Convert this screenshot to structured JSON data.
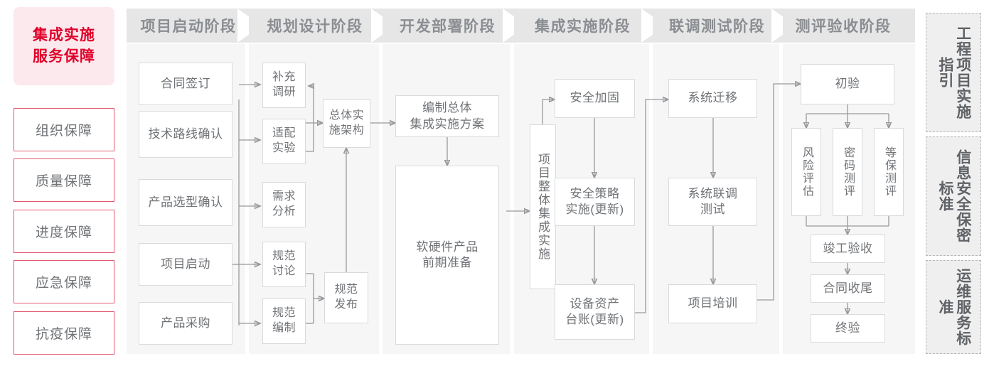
{
  "left_rail": {
    "title": "集成实施\n服务保障",
    "title_lines": [
      "集成实施",
      "服务保障"
    ],
    "items": [
      {
        "label": "组织保障"
      },
      {
        "label": "质量保障"
      },
      {
        "label": "进度保障"
      },
      {
        "label": "应急保障"
      },
      {
        "label": "抗疫保障"
      }
    ],
    "accent_color": "#e0002a",
    "accent_bg": "#fce9ed",
    "border_color": "#e2596f"
  },
  "phases": [
    {
      "label": "项目启动阶段"
    },
    {
      "label": "规划设计阶段"
    },
    {
      "label": "开发部署阶段"
    },
    {
      "label": "集成实施阶段"
    },
    {
      "label": "联调测试阶段"
    },
    {
      "label": "测评验收阶段"
    }
  ],
  "nodes": {
    "p1": [
      {
        "label": "合同签订"
      },
      {
        "label": "技术路线确认"
      },
      {
        "label": "产品选型确认"
      },
      {
        "label": "项目启动"
      },
      {
        "label": "产品采购"
      }
    ],
    "p2": [
      {
        "label": "补充\n调研"
      },
      {
        "label": "适配\n实验"
      },
      {
        "label": "需求\n分析"
      },
      {
        "label": "规范\n讨论"
      },
      {
        "label": "规范\n编制"
      },
      {
        "label": "总体实\n施架构"
      },
      {
        "label": "规范\n发布"
      }
    ],
    "p3": [
      {
        "label": "编制总体\n集成实施方案"
      },
      {
        "label": "软硬件产品\n前期准备"
      }
    ],
    "p4": [
      {
        "label": "项目整体集成实施"
      },
      {
        "label": "安全加固"
      },
      {
        "label": "安全策略\n实施(更新)"
      },
      {
        "label": "设备资产\n台账(更新)"
      }
    ],
    "p5": [
      {
        "label": "系统迁移"
      },
      {
        "label": "系统联调\n测试"
      },
      {
        "label": "项目培训"
      }
    ],
    "p6": [
      {
        "label": "初验"
      },
      {
        "label": "风险评估"
      },
      {
        "label": "密码测评"
      },
      {
        "label": "等保测评"
      },
      {
        "label": "竣工验收"
      },
      {
        "label": "合同收尾"
      },
      {
        "label": "终验"
      }
    ]
  },
  "standards_rail": [
    {
      "label": "工程项目实施指引"
    },
    {
      "label": "信息安全保密标准"
    },
    {
      "label": "运维服务标准"
    }
  ],
  "colors": {
    "panel_bg": "#f6f6f6",
    "chevron_bg": "#e6e6e6",
    "chevron_text": "#8a8d91",
    "node_border": "#d8dadd",
    "node_text": "#6f7276",
    "wire": "#97999c"
  }
}
